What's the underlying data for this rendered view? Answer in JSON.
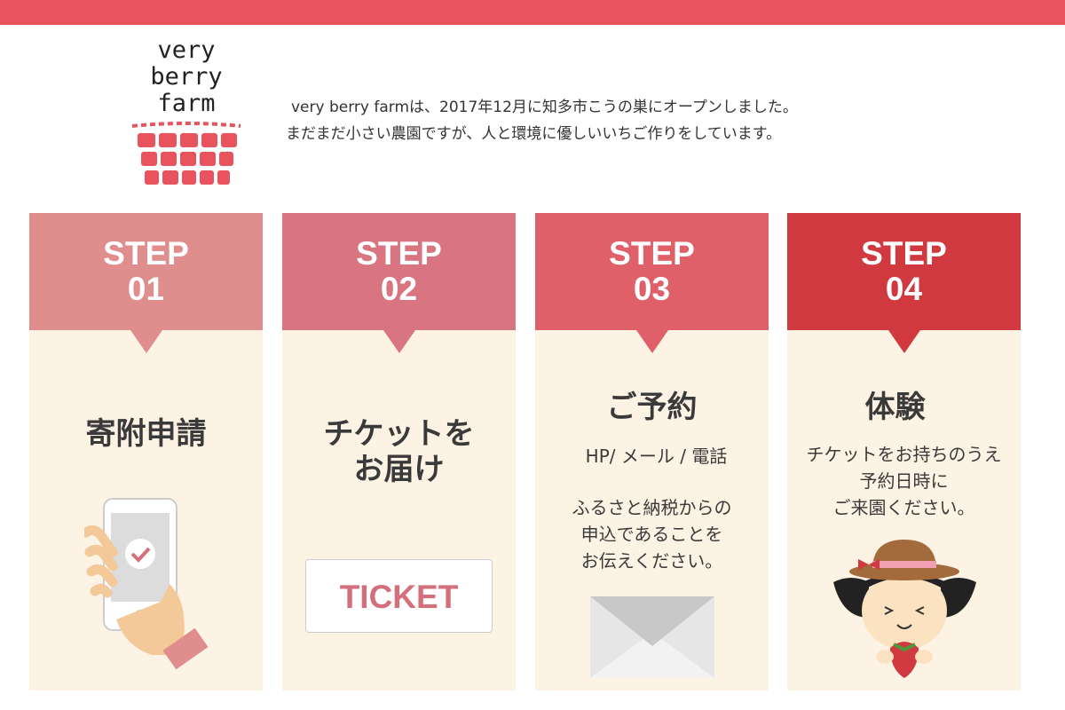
{
  "logo": {
    "line1": "very",
    "line2": "berry",
    "line3": "farm"
  },
  "intro": {
    "line1": "very berry farmは、2017年12月に知多市こうの巣にオープンしました。",
    "line2": "まだまだ小さい農園ですが、人と環境に優しいいちご作りをしています。"
  },
  "colors": {
    "topbar": "#e9535e",
    "step1": "#e08d8d",
    "step2": "#d87580",
    "step3": "#e0606a",
    "step4": "#d0393f",
    "card": "#fdf3e4"
  },
  "steps": [
    {
      "label": "STEP",
      "num": "01",
      "title": "寄附申請",
      "icon": "smartphone-check-icon"
    },
    {
      "label": "STEP",
      "num": "02",
      "title1": "チケットを",
      "title2": "お届け",
      "ticket": "TICKET"
    },
    {
      "label": "STEP",
      "num": "03",
      "title": "ご予約",
      "contact": "HP/ メール / 電話",
      "note1": "ふるさと納税からの",
      "note2": "申込であることを",
      "note3": "お伝えください。",
      "icon": "envelope-icon"
    },
    {
      "label": "STEP",
      "num": "04",
      "title": "体験",
      "note1": "チケットをお持ちのうえ",
      "note2": "予約日時に",
      "note3": "ご来園ください。",
      "icon": "girl-strawberry-icon"
    }
  ]
}
